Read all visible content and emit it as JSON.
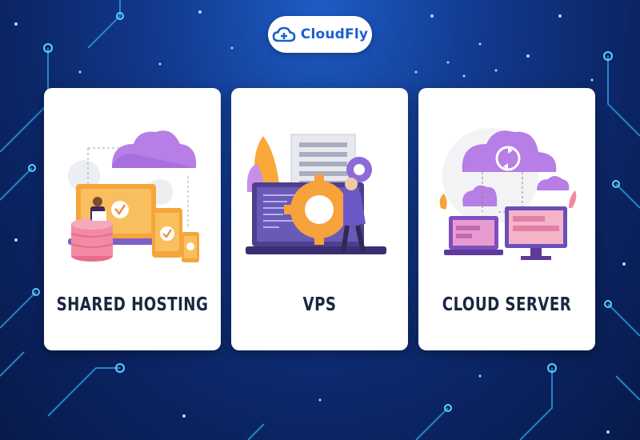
{
  "brand": {
    "name": "CloudFly",
    "color": "#1a5fd0"
  },
  "cards": [
    {
      "title": "SHARED HOSTING",
      "icon": "shared-hosting-illustration"
    },
    {
      "title": "VPS",
      "icon": "vps-illustration"
    },
    {
      "title": "CLOUD SERVER",
      "icon": "cloud-server-illustration"
    }
  ],
  "colors": {
    "background": "#0b2463",
    "card": "#ffffff",
    "title": "#1b2740",
    "accent_purple": "#b06fe0",
    "accent_orange": "#f7a23a"
  }
}
